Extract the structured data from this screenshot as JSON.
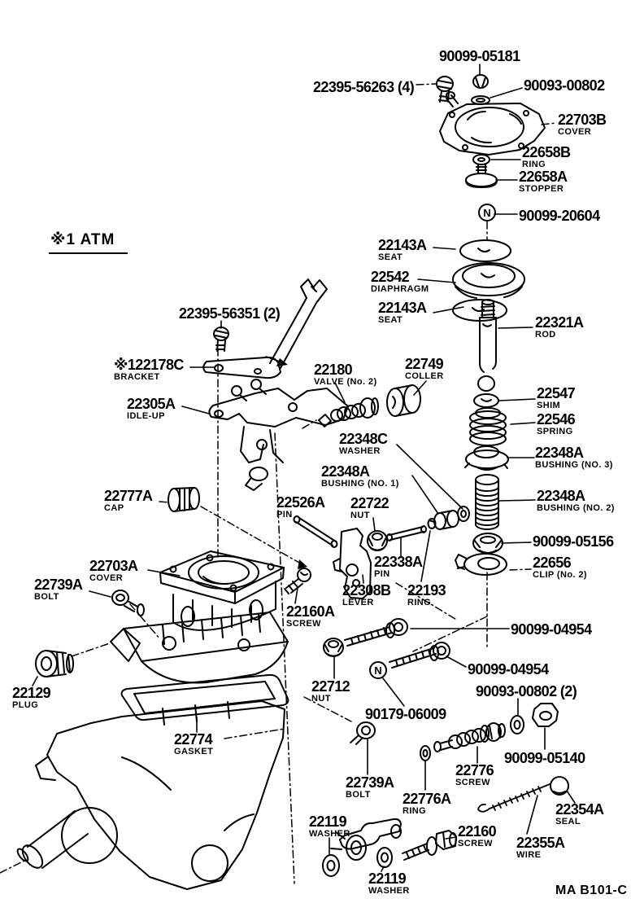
{
  "colors": {
    "ink": "#000000",
    "paper": "#ffffff"
  },
  "note": "※1 ATM",
  "figure_code": "MA B101-C",
  "markers": {
    "non_reusable": "N"
  },
  "parts": {
    "nut_90099_05181": {
      "number": "90099-05181",
      "name": ""
    },
    "bolt_22395_56263": {
      "number": "22395-56263 (4)",
      "name": ""
    },
    "washer_90093_00802": {
      "number": "90093-00802",
      "name": ""
    },
    "cover_22703b": {
      "number": "22703B",
      "name": "COVER"
    },
    "ring_22658b": {
      "number": "22658B",
      "name": "RING"
    },
    "stopper_22658a": {
      "number": "22658A",
      "name": "STOPPER"
    },
    "nut_90099_20604": {
      "number": "90099-20604",
      "name": ""
    },
    "seat_upper": {
      "number": "22143A",
      "name": "SEAT"
    },
    "diaphragm_22542": {
      "number": "22542",
      "name": "DIAPHRAGM"
    },
    "seat_lower": {
      "number": "22143A",
      "name": "SEAT"
    },
    "rod_22321a": {
      "number": "22321A",
      "name": "ROD"
    },
    "bolt_22395_56351": {
      "number": "22395-56351 (2)",
      "name": ""
    },
    "bracket_22178c": {
      "number": "※122178C",
      "name": "BRACKET"
    },
    "valve_22180": {
      "number": "22180",
      "name": "VALVE (No. 2)"
    },
    "coller_22749": {
      "number": "22749",
      "name": "COLLER"
    },
    "idle_up_22305a": {
      "number": "22305A",
      "name": "IDLE-UP"
    },
    "shim_22547": {
      "number": "22547",
      "name": "SHIM"
    },
    "spring_22546": {
      "number": "22546",
      "name": "SPRING"
    },
    "washer_22348c": {
      "number": "22348C",
      "name": "WASHER"
    },
    "bushing_no3": {
      "number": "22348A",
      "name": "BUSHING (NO. 3)"
    },
    "bushing_no1": {
      "number": "22348A",
      "name": "BUSHING (NO. 1)"
    },
    "bushing_no2": {
      "number": "22348A",
      "name": "BUSHING (NO. 2)"
    },
    "cap_22777a": {
      "number": "22777A",
      "name": "CAP"
    },
    "pin_22526a": {
      "number": "22526A",
      "name": "PIN"
    },
    "nut_22722": {
      "number": "22722",
      "name": "NUT"
    },
    "nut_90099_05156": {
      "number": "90099-05156",
      "name": ""
    },
    "pin_22338a": {
      "number": "22338A",
      "name": "PIN"
    },
    "clip_22656": {
      "number": "22656",
      "name": "CLIP (No. 2)"
    },
    "cover_22703a": {
      "number": "22703A",
      "name": "COVER"
    },
    "bolt_22739a_upper": {
      "number": "22739A",
      "name": "BOLT"
    },
    "lever_22308b": {
      "number": "22308B",
      "name": "LEVER"
    },
    "ring_22193": {
      "number": "22193",
      "name": "RING"
    },
    "screw_22160a": {
      "number": "22160A",
      "name": "SCREW"
    },
    "screw_90099_04954_upper": {
      "number": "90099-04954",
      "name": ""
    },
    "screw_90099_04954_lower": {
      "number": "90099-04954",
      "name": ""
    },
    "nut_22712": {
      "number": "22712",
      "name": "NUT"
    },
    "washer_90093_00802_2": {
      "number": "90093-00802 (2)",
      "name": ""
    },
    "bolt_90179_06009": {
      "number": "90179-06009",
      "name": ""
    },
    "plug_22129": {
      "number": "22129",
      "name": "PLUG"
    },
    "gasket_22774": {
      "number": "22774",
      "name": "GASKET"
    },
    "nut_90099_05140": {
      "number": "90099-05140",
      "name": ""
    },
    "screw_22776": {
      "number": "22776",
      "name": "SCREW"
    },
    "bolt_22739a_lower": {
      "number": "22739A",
      "name": "BOLT"
    },
    "ring_22776a": {
      "number": "22776A",
      "name": "RING"
    },
    "seal_22354a": {
      "number": "22354A",
      "name": "SEAL"
    },
    "wire_22355a": {
      "number": "22355A",
      "name": "WIRE"
    },
    "washer_22119_upper": {
      "number": "22119",
      "name": "WASHER"
    },
    "screw_22160": {
      "number": "22160",
      "name": "SCREW"
    },
    "washer_22119_lower": {
      "number": "22119",
      "name": "WASHER"
    }
  }
}
